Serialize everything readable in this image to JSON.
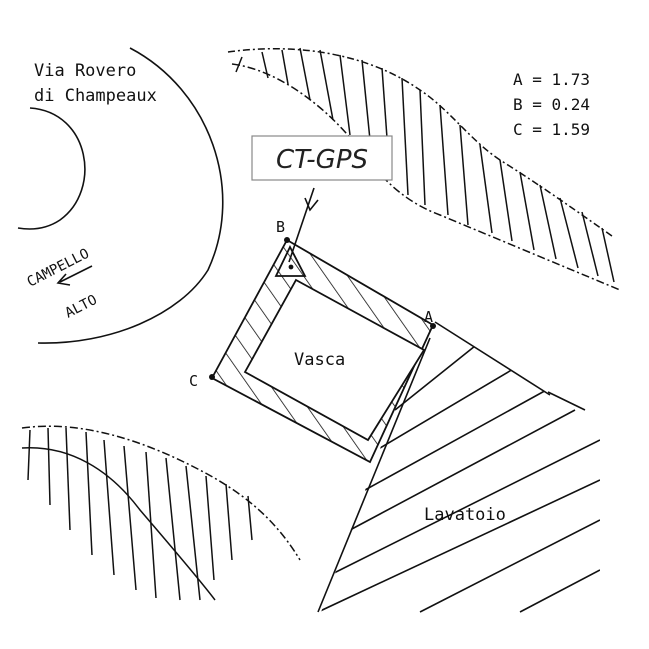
{
  "street": {
    "line1": "Via Rovero",
    "line2": "di Champeaux"
  },
  "measurements": [
    {
      "label": "A = 1.73"
    },
    {
      "label": "B = 0.24"
    },
    {
      "label": "C = 1.59"
    }
  ],
  "gps_box": {
    "label": "CT-GPS"
  },
  "points": {
    "a": "A",
    "b": "B",
    "c": "C"
  },
  "direction": {
    "line1": "CAMPELLO",
    "line2": "ALTO"
  },
  "places": {
    "basin": "Vasca",
    "washhouse": "Lavatoio"
  },
  "colors": {
    "ink": "#111111",
    "box_border": "#888888",
    "background": "#ffffff"
  }
}
